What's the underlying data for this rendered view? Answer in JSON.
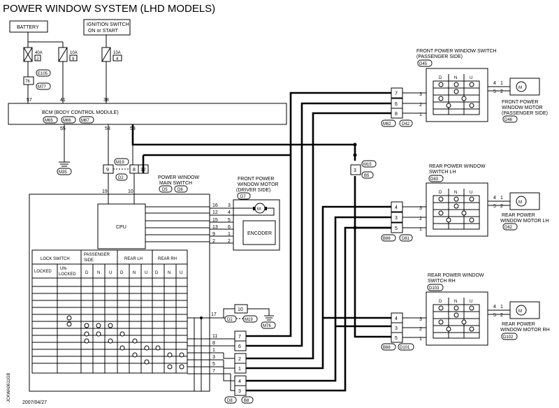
{
  "title": "POWER WINDOW SYSTEM (LHD MODELS)",
  "date": "2007/04/27",
  "side_code": "JCKWA0611GB",
  "battery": "BATTERY",
  "ignition": {
    "line1": "IGNITION SWITCH",
    "line2": "ON or START"
  },
  "fuses": [
    {
      "amp": "40A",
      "id": "J"
    },
    {
      "amp": "10A",
      "id": "9"
    },
    {
      "amp": "10A",
      "id": "4"
    }
  ],
  "e105": "E105",
  "m77": "M77",
  "pin76": "76",
  "bcm": {
    "label": "BCM (BODY CONTROL MODULE)",
    "connectors": [
      "M65",
      "M66",
      "M67"
    ],
    "top_pins": [
      "57",
      "41",
      "38"
    ],
    "bottom_pins": [
      "55",
      "58",
      "53"
    ]
  },
  "m35": "M35",
  "joint": {
    "pins": [
      "9",
      "8",
      "12"
    ],
    "top": "M19",
    "bottom": "D2"
  },
  "main_switch": {
    "line1": "POWER WINDOW",
    "line2": "MAIN SWITCH",
    "connectors": [
      "D5",
      "D6"
    ],
    "top_pins": [
      "19",
      "10"
    ]
  },
  "cpu": "CPU",
  "front_motor_driver": {
    "line1": "FRONT POWER",
    "line2": "WINDOW MOTOR",
    "line3": "(DRIVER SIDE)",
    "connector": "D7",
    "encoder": "ENCODER"
  },
  "driver_pins": [
    {
      "left": "16",
      "right": "3"
    },
    {
      "left": "12",
      "right": "4"
    },
    {
      "left": "15",
      "right": "5"
    },
    {
      "left": "13",
      "right": "6"
    },
    {
      "left": "9",
      "right": "1"
    },
    {
      "left": "2",
      "right": "2"
    }
  ],
  "switch_table": {
    "headers": [
      "LOCK SWITCH",
      "PASSENGER SIDE",
      "REAR LH",
      "REAR RH"
    ],
    "sub": [
      "LOCKED",
      "UN-\nLOCKED",
      "D",
      "N",
      "U",
      "D",
      "N",
      "U",
      "D",
      "N",
      "U"
    ]
  },
  "mid_joint": {
    "pin": "10",
    "left": "D2",
    "right": "M19",
    "pin17": "17",
    "ground": "M76"
  },
  "bottom_pins_left": [
    "11",
    "8",
    "1",
    "3",
    "5",
    "7"
  ],
  "bottom_joint_pins": [
    "7",
    "6",
    "2",
    "1",
    "4",
    "3"
  ],
  "bottom_connectors": [
    "D8",
    "B8"
  ],
  "m15": {
    "pin": "3",
    "top": "M15",
    "bottom": "B5"
  },
  "front_pass_switch": {
    "line1": "FRONT POWER WINDOW SWITCH",
    "line2": "(PASSENGER SIDE)",
    "connector": "D45",
    "cols": [
      "D",
      "N",
      "U"
    ]
  },
  "front_pass_motor": {
    "line1": "FRONT POWER",
    "line2": "WINDOW MOTOR",
    "line3": "(PASSENGER SIDE)",
    "connector": "D46"
  },
  "m82_pins": [
    "7",
    "6",
    "8"
  ],
  "m82_conn": [
    "M82",
    "D42"
  ],
  "rear_lh_switch": {
    "line1": "REAR POWER WINDOW",
    "line2": "SWITCH LH",
    "connector": "D83",
    "cols": [
      "D",
      "N",
      "U"
    ]
  },
  "rear_lh_motor": {
    "line1": "REAR POWER",
    "line2": "WINDOW MOTOR LH",
    "connector": "D82"
  },
  "b86_pins": [
    "4",
    "3",
    "5"
  ],
  "b86_conn": [
    "B86",
    "D81"
  ],
  "rear_rh_switch": {
    "line1": "REAR POWER WINDOW",
    "line2": "SWITCH RH",
    "connector": "D103",
    "cols": [
      "D",
      "N",
      "U"
    ]
  },
  "rear_rh_motor": {
    "line1": "REAR POWER",
    "line2": "WINDOW MOTOR RH",
    "connector": "D102"
  },
  "b88_pins": [
    "4",
    "3",
    "5"
  ],
  "b88_conn": [
    "B88",
    "D101"
  ],
  "switch_pins": [
    "3",
    "2",
    "1"
  ],
  "motor_pins": [
    "4",
    "5"
  ],
  "motor_pins_r": [
    "1",
    "2"
  ],
  "motor_symbol": "M"
}
